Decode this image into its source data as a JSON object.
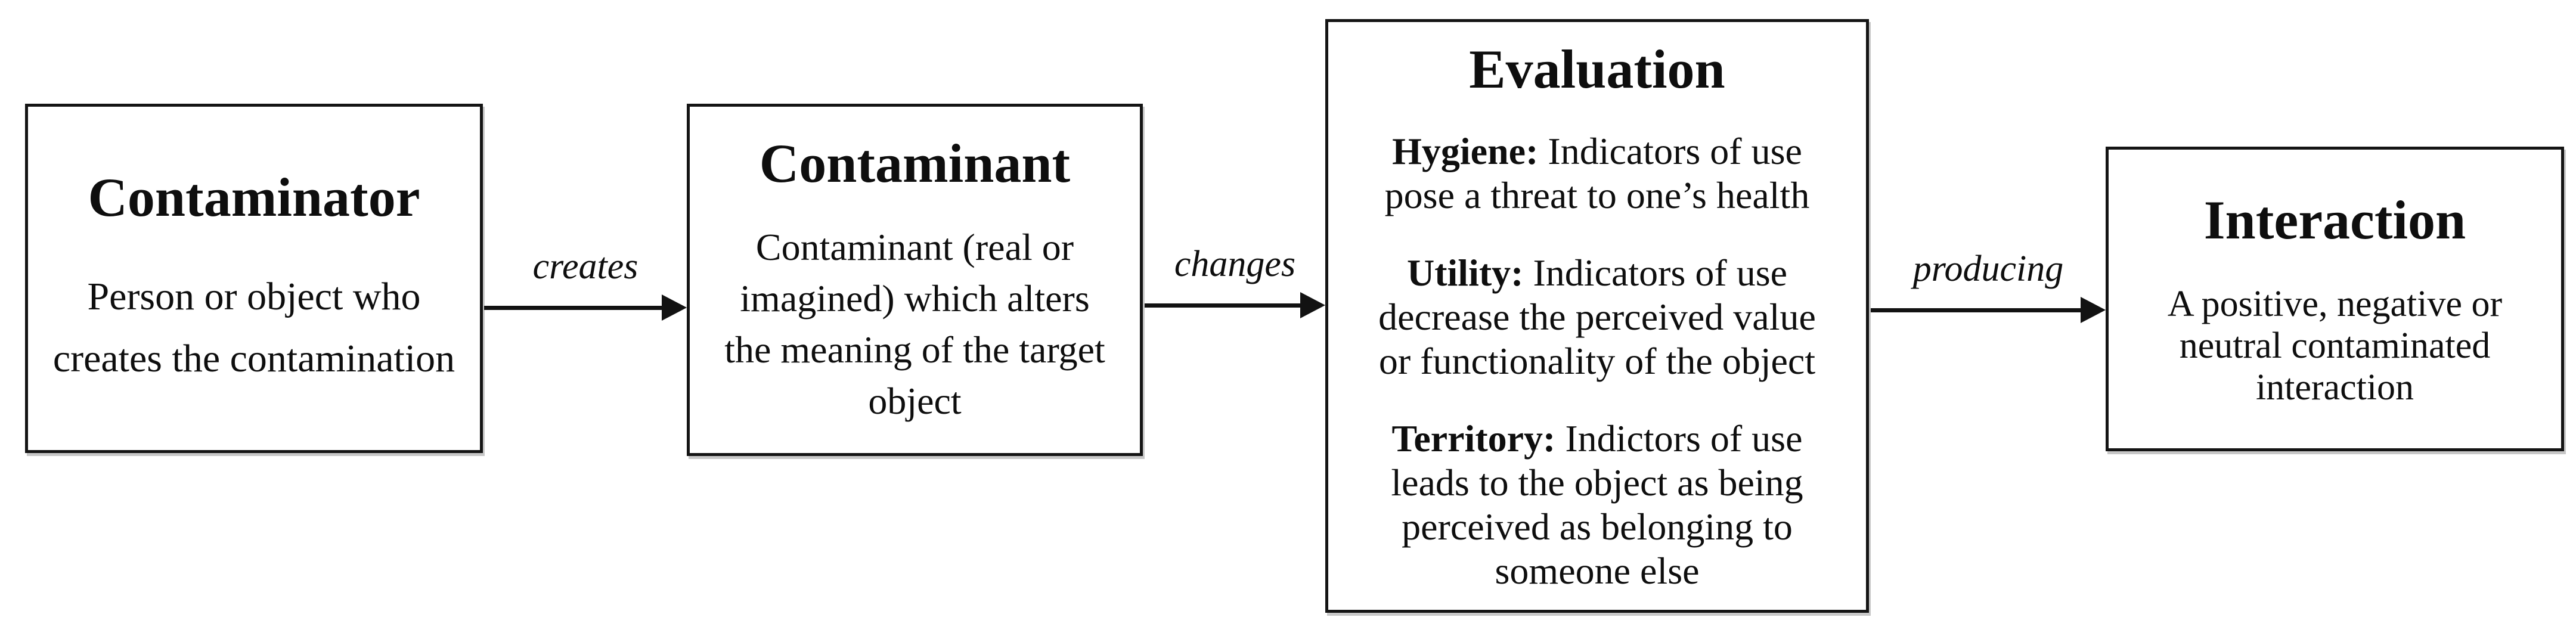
{
  "colors": {
    "background": "#ffffff",
    "ink": "#0e0e0e",
    "box_border": "#141414",
    "arrow": "#121212"
  },
  "diagram": {
    "nodes": [
      {
        "id": "contaminator",
        "title": "Contaminator",
        "body": "Person or object who\ncreates the contamination"
      },
      {
        "id": "contaminant",
        "title": "Contaminant",
        "body": "Contaminant (real or\nimagined) which alters\nthe meaning of the target\nobject"
      },
      {
        "id": "evaluation",
        "title": "Evaluation",
        "items": [
          {
            "label": "Hygiene:",
            "text": " Indicators of use\npose a threat to one’s health"
          },
          {
            "label": "Utility:",
            "text": " Indicators of use\ndecrease the perceived value\nor functionality of the object"
          },
          {
            "label": "Territory:",
            "text": " Indictors of use\nleads to the object as being\nperceived as belonging to\nsomeone else"
          }
        ]
      },
      {
        "id": "interaction",
        "title": "Interaction",
        "body": "A positive, negative or\nneutral contaminated\ninteraction"
      }
    ],
    "arrows": [
      {
        "label": "creates"
      },
      {
        "label": "changes"
      },
      {
        "label": "producing"
      }
    ]
  }
}
